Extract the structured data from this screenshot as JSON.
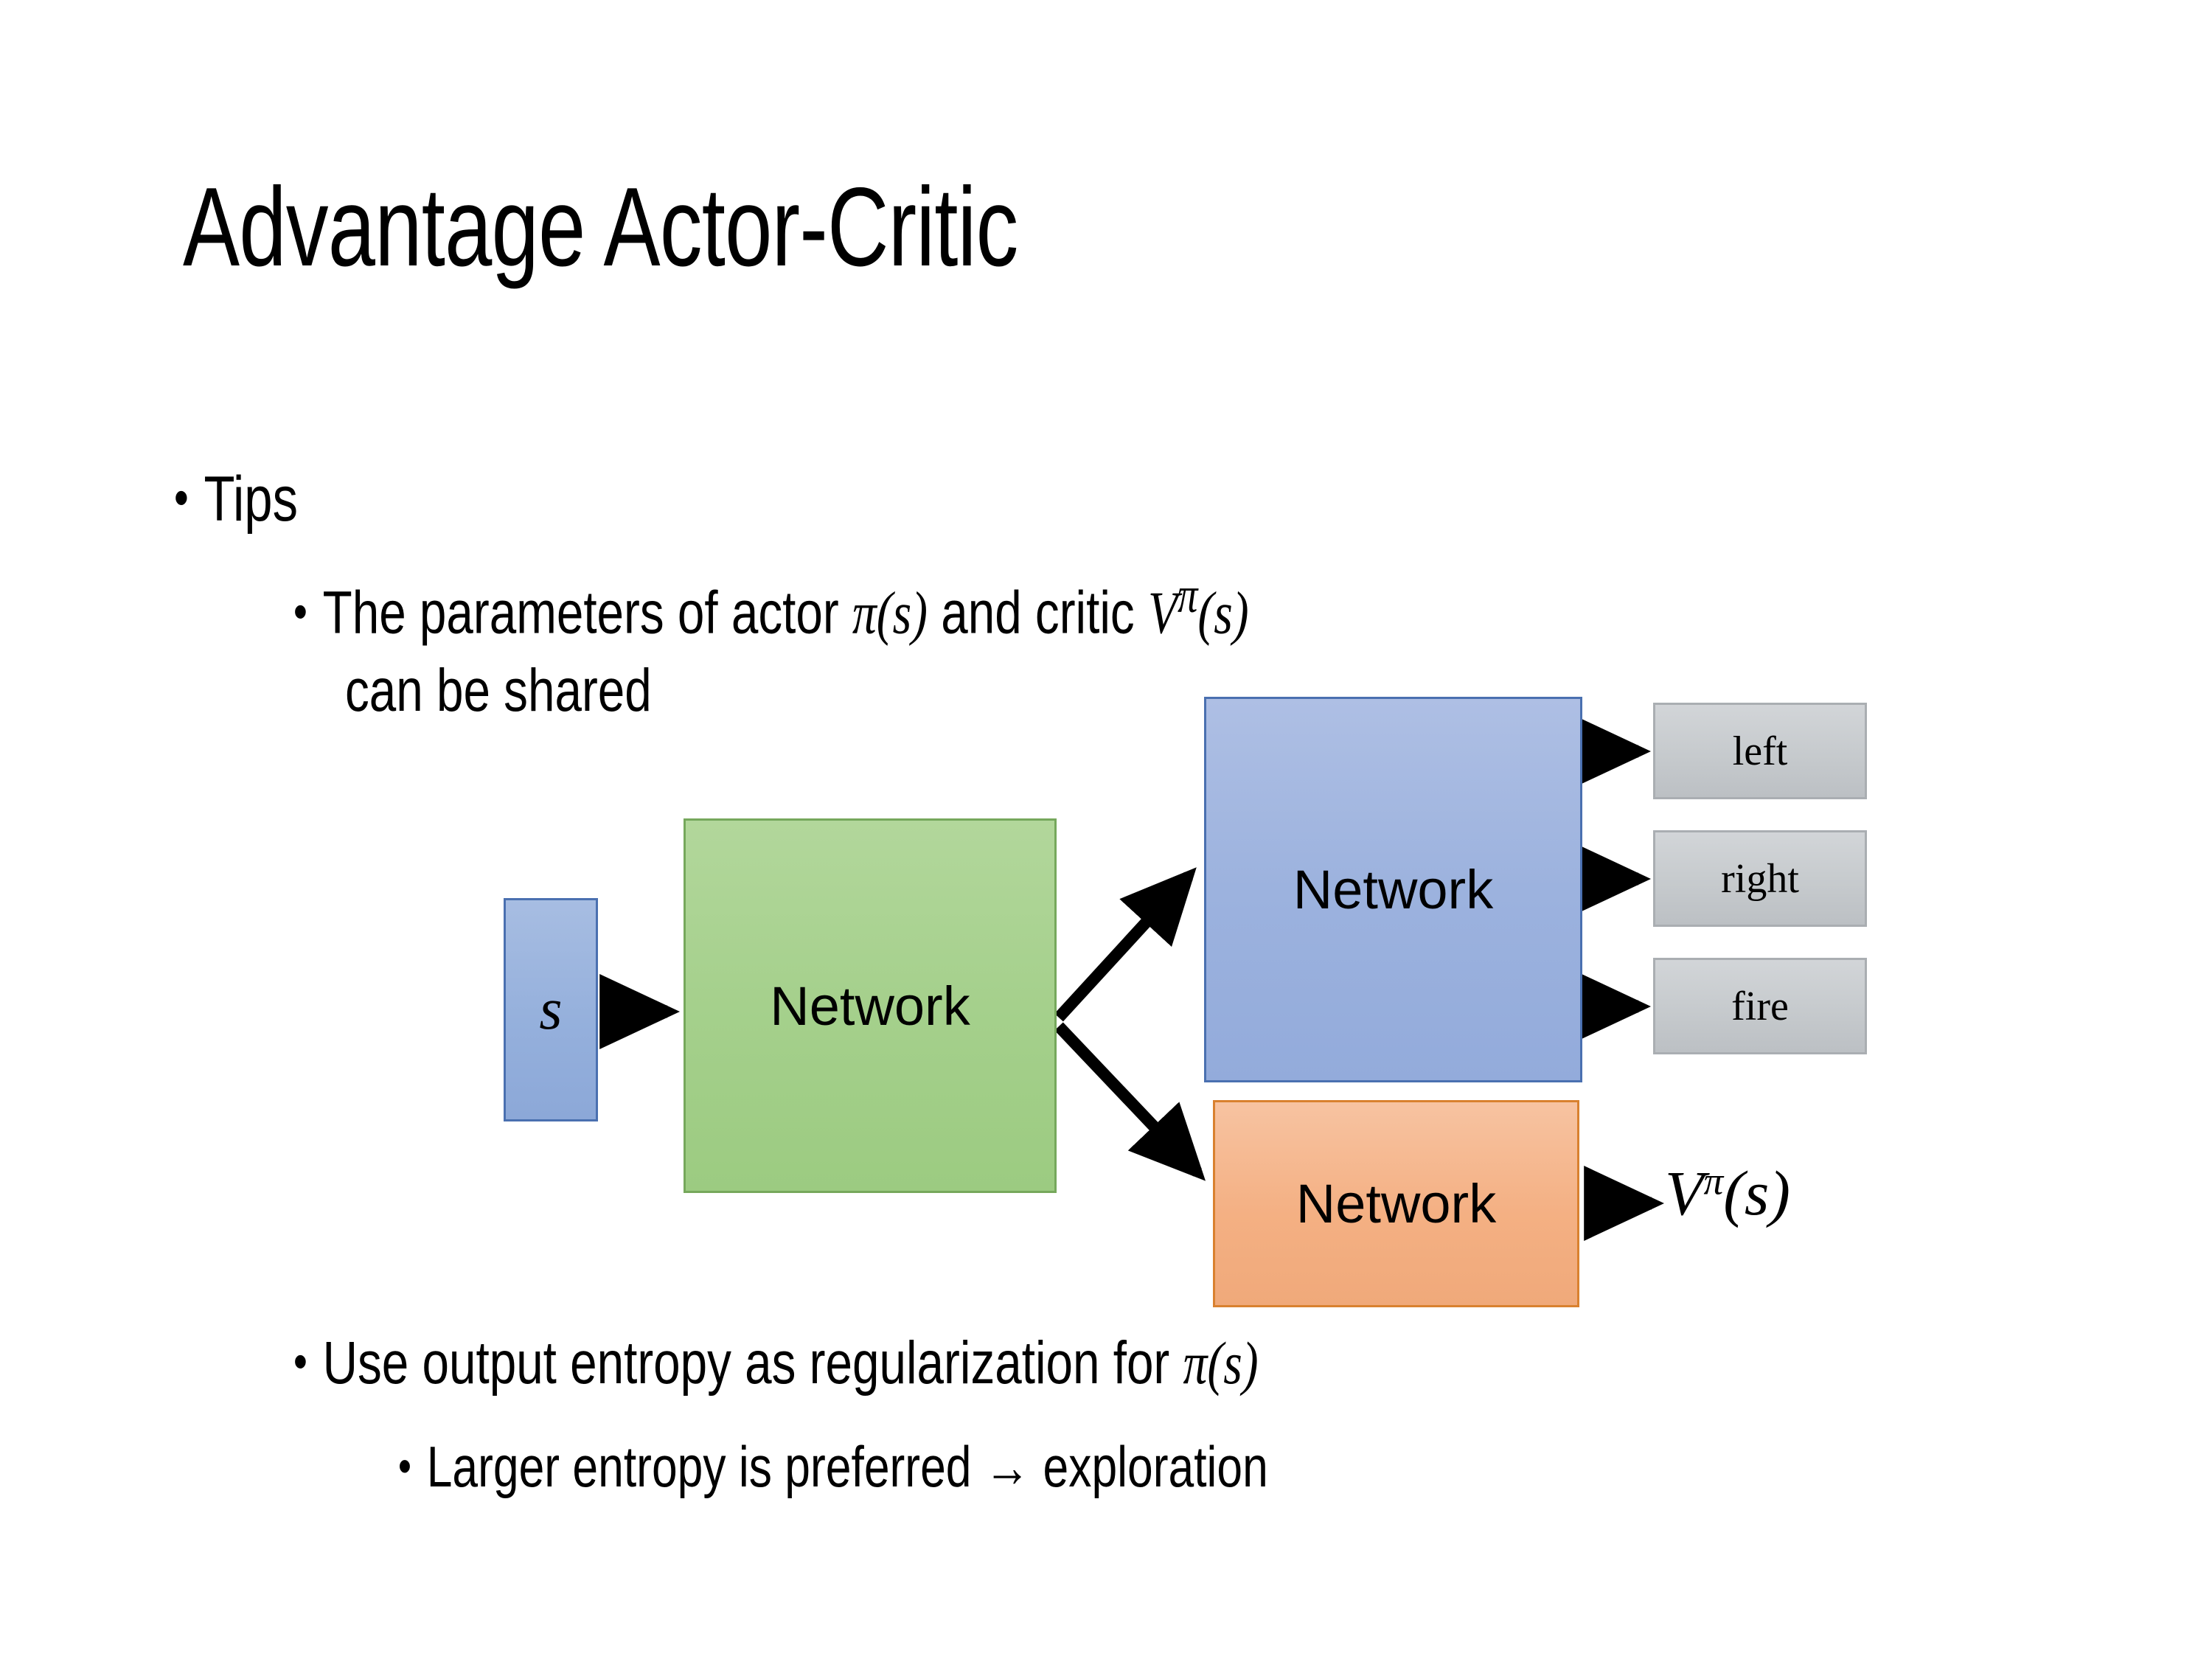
{
  "slide": {
    "title": "Advantage Actor-Critic",
    "background_color": "#FFFFFF"
  },
  "bullets": {
    "tips": "Tips",
    "shared_line1_pre": "The parameters of actor ",
    "shared_line1_pi": "π",
    "shared_line1_pi_arg": "(s)",
    "shared_line1_mid": "  and critic ",
    "shared_line1_v": "V",
    "shared_line1_v_sup": "π",
    "shared_line1_v_arg": "(s)",
    "shared_line2": "can be shared",
    "entropy_pre": "Use output entropy as regularization for ",
    "entropy_pi": "π",
    "entropy_pi_arg": "(s)",
    "exploration": "Larger entropy is preferred → exploration",
    "marker": "•"
  },
  "diagram": {
    "input_label": "s",
    "shared_network_label": "Network",
    "actor_network_label": "Network",
    "critic_network_label": "Network",
    "outputs": [
      {
        "label": "left"
      },
      {
        "label": "right"
      },
      {
        "label": "fire"
      }
    ],
    "critic_output": {
      "base": "V",
      "superscript": "π",
      "argument": "(s)"
    },
    "colors": {
      "input_fill": "#95B3D7",
      "input_border": "#4A70B0",
      "shared_fill": "#A8D08D",
      "shared_border": "#76A85C",
      "actor_fill": "#9CB2DE",
      "actor_border": "#4A70B0",
      "critic_fill": "#F4B183",
      "critic_border": "#D9812F",
      "output_fill": "#C6CACD",
      "output_border": "#AAAEB2",
      "arrow": "#000000"
    }
  }
}
